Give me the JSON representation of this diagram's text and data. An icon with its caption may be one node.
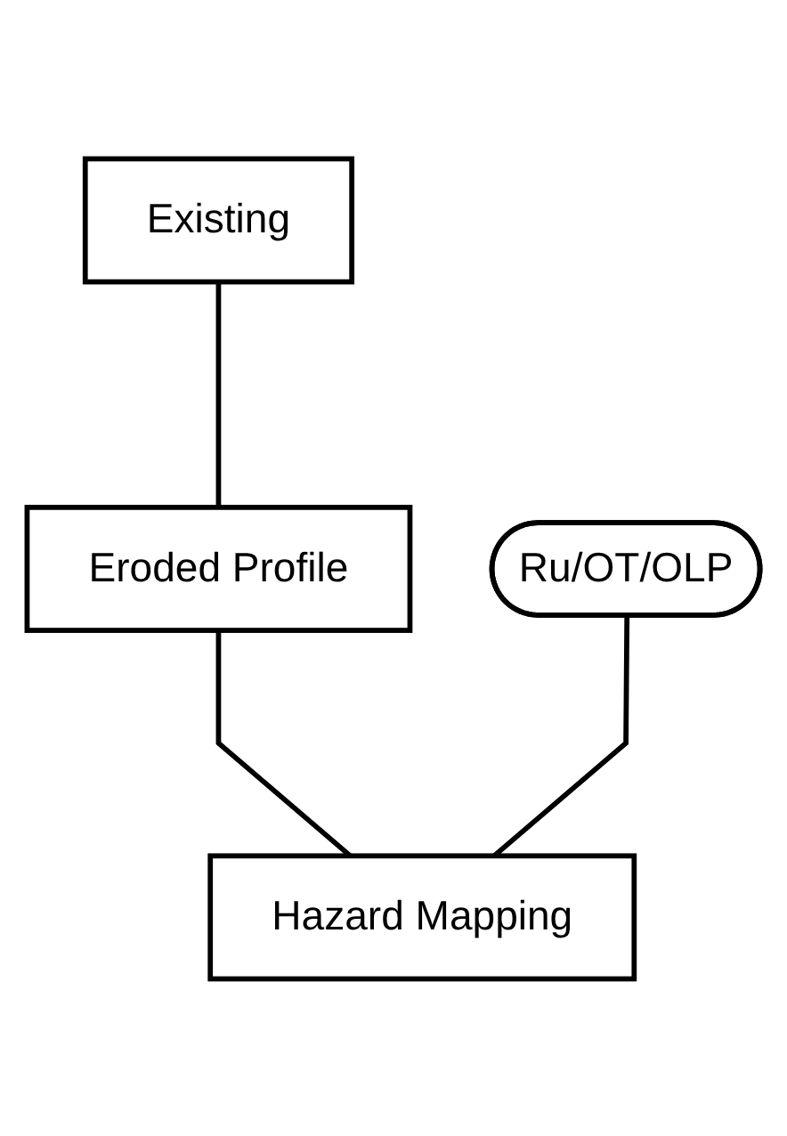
{
  "diagram": {
    "nodes": [
      {
        "text": [
          "Existing"
        ]
      },
      {
        "text": [
          "Eroded Profile"
        ]
      },
      {
        "text": [
          "Ru/OT/OLP"
        ]
      },
      {
        "text": [
          "Hazard Mapping"
        ]
      }
    ],
    "edges": [
      {
        "from": 0,
        "to": 1,
        "arrow": "none"
      },
      {
        "from": 1,
        "to": 3,
        "arrow": "none"
      },
      {
        "from": 2,
        "to": 3,
        "arrow": "none"
      }
    ]
  }
}
